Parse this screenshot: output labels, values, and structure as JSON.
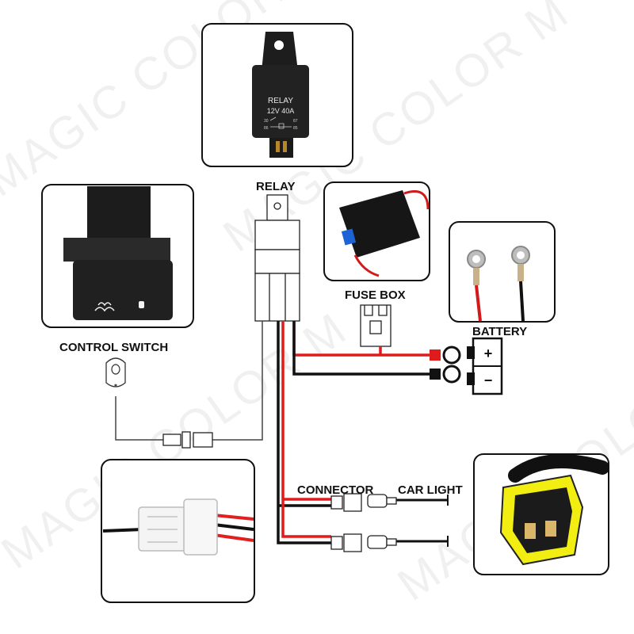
{
  "labels": {
    "relay": "RELAY",
    "fuse_box": "FUSE BOX",
    "battery": "BATTERY",
    "control_switch": "CONTROL SWITCH",
    "connector": "CONNECTOR",
    "car_light": "CAR LIGHT"
  },
  "relay_photo": {
    "line1": "RELAY",
    "line2": "12V 40A",
    "pins": [
      "30",
      "87",
      "86",
      "85"
    ]
  },
  "battery_terminals": {
    "positive": "+",
    "negative": "−"
  },
  "watermark": "MAGIC COLOR M",
  "colors": {
    "positive_wire": "#e01b1b",
    "ground_wire": "#111111",
    "signal_wire": "#555555",
    "connector_housing": "#f4f4f4",
    "yellow_seal": "#f2ee12"
  }
}
